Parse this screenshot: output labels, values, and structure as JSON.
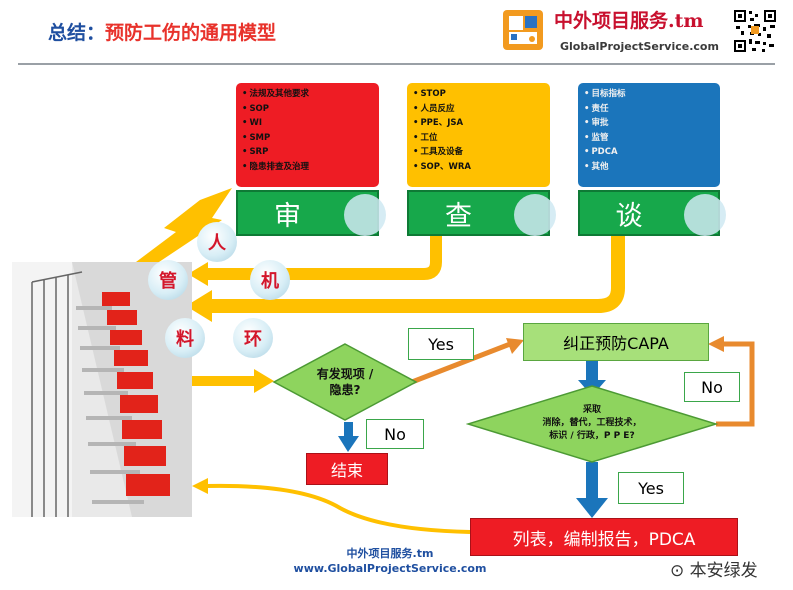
{
  "title": {
    "prefix": "总结：",
    "main": "预防工伤的通用模型"
  },
  "brand": {
    "cn": "中外项目服务.tm",
    "en": "GlobalProjectService.com"
  },
  "panels": [
    {
      "items": [
        "法规及其他要求",
        "SOP",
        "WI",
        "SMP",
        "SRP",
        "隐患排查及治理"
      ],
      "bar_label": "审",
      "color": "#ee1c24"
    },
    {
      "items": [
        "STOP",
        "人员反应",
        "PPE、JSA",
        "工位",
        "工具及设备",
        "SOP、WRA"
      ],
      "bar_label": "查",
      "color": "#ffc000"
    },
    {
      "items": [
        "目标指标",
        "责任",
        "审批",
        "监管",
        "PDCA",
        "其他"
      ],
      "bar_label": "谈",
      "color": "#1b75bb"
    }
  ],
  "factors": [
    "人",
    "管",
    "机",
    "料",
    "环"
  ],
  "decision1": {
    "line1": "有发现项 /",
    "line2": "隐患?"
  },
  "decision2": {
    "line1": "采取",
    "line2": "消除，替代，工程技术，",
    "line3": "标识 / 行政，P P E?"
  },
  "labels": {
    "yes1": "Yes",
    "no1": "No",
    "no2": "No",
    "yes2": "Yes"
  },
  "end_box": "结束",
  "capa_box": "纠正预防CAPA",
  "report_box": "列表，编制报告，PDCA",
  "footer": {
    "line1": "中外项目服务.tm",
    "line2": "www.GlobalProjectService.com"
  },
  "watermark": "本安绿发",
  "colors": {
    "green": "#17a84b",
    "arrow_yellow": "#ffc000",
    "arrow_orange": "#e88a2e",
    "arrow_blue": "#1b75bb",
    "decision_green": "#8ed45e"
  }
}
